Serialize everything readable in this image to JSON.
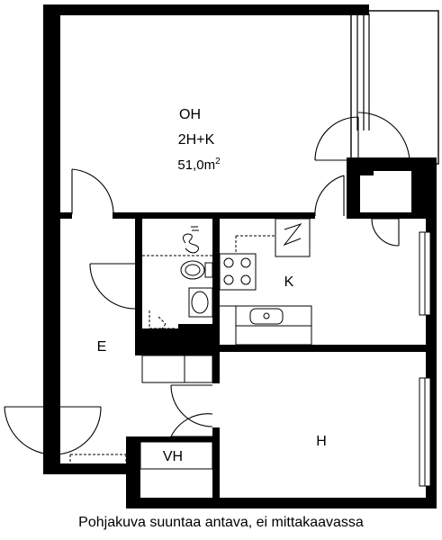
{
  "plan": {
    "living_room": {
      "name": "OH",
      "type": "2H+K",
      "area": "51,0",
      "unit": "m",
      "sup": "2"
    },
    "kitchen": "K",
    "entrance": "E",
    "bedroom": "H",
    "wardrobe": "VH"
  },
  "caption": "Pohjakuva suuntaa antava, ei mittakaavassa"
}
